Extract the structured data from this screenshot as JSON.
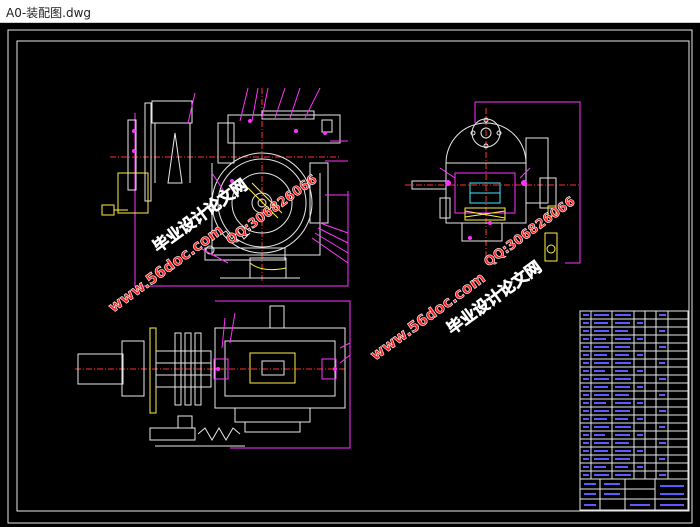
{
  "window": {
    "title": "A0-装配图.dwg"
  },
  "watermarks": [
    {
      "id": "wm-url-1",
      "text": "www.56doc.com"
    },
    {
      "id": "wm-qq-1",
      "text": "QQ:306826066"
    },
    {
      "id": "wm-cn-1",
      "text": "毕业设计论文网"
    },
    {
      "id": "wm-url-2",
      "text": "www.56doc.com"
    },
    {
      "id": "wm-qq-2",
      "text": "QQ:306826066"
    },
    {
      "id": "wm-cn-2",
      "text": "毕业设计论文网"
    }
  ],
  "colors": {
    "background": "#000000",
    "line_white": "#e8e8e8",
    "line_magenta": "#ff33ff",
    "line_yellow": "#ffee44",
    "line_red": "#ff3030",
    "line_cyan": "#44e8ff",
    "line_blue": "#5a5aff",
    "watermark": "#ff2020"
  }
}
